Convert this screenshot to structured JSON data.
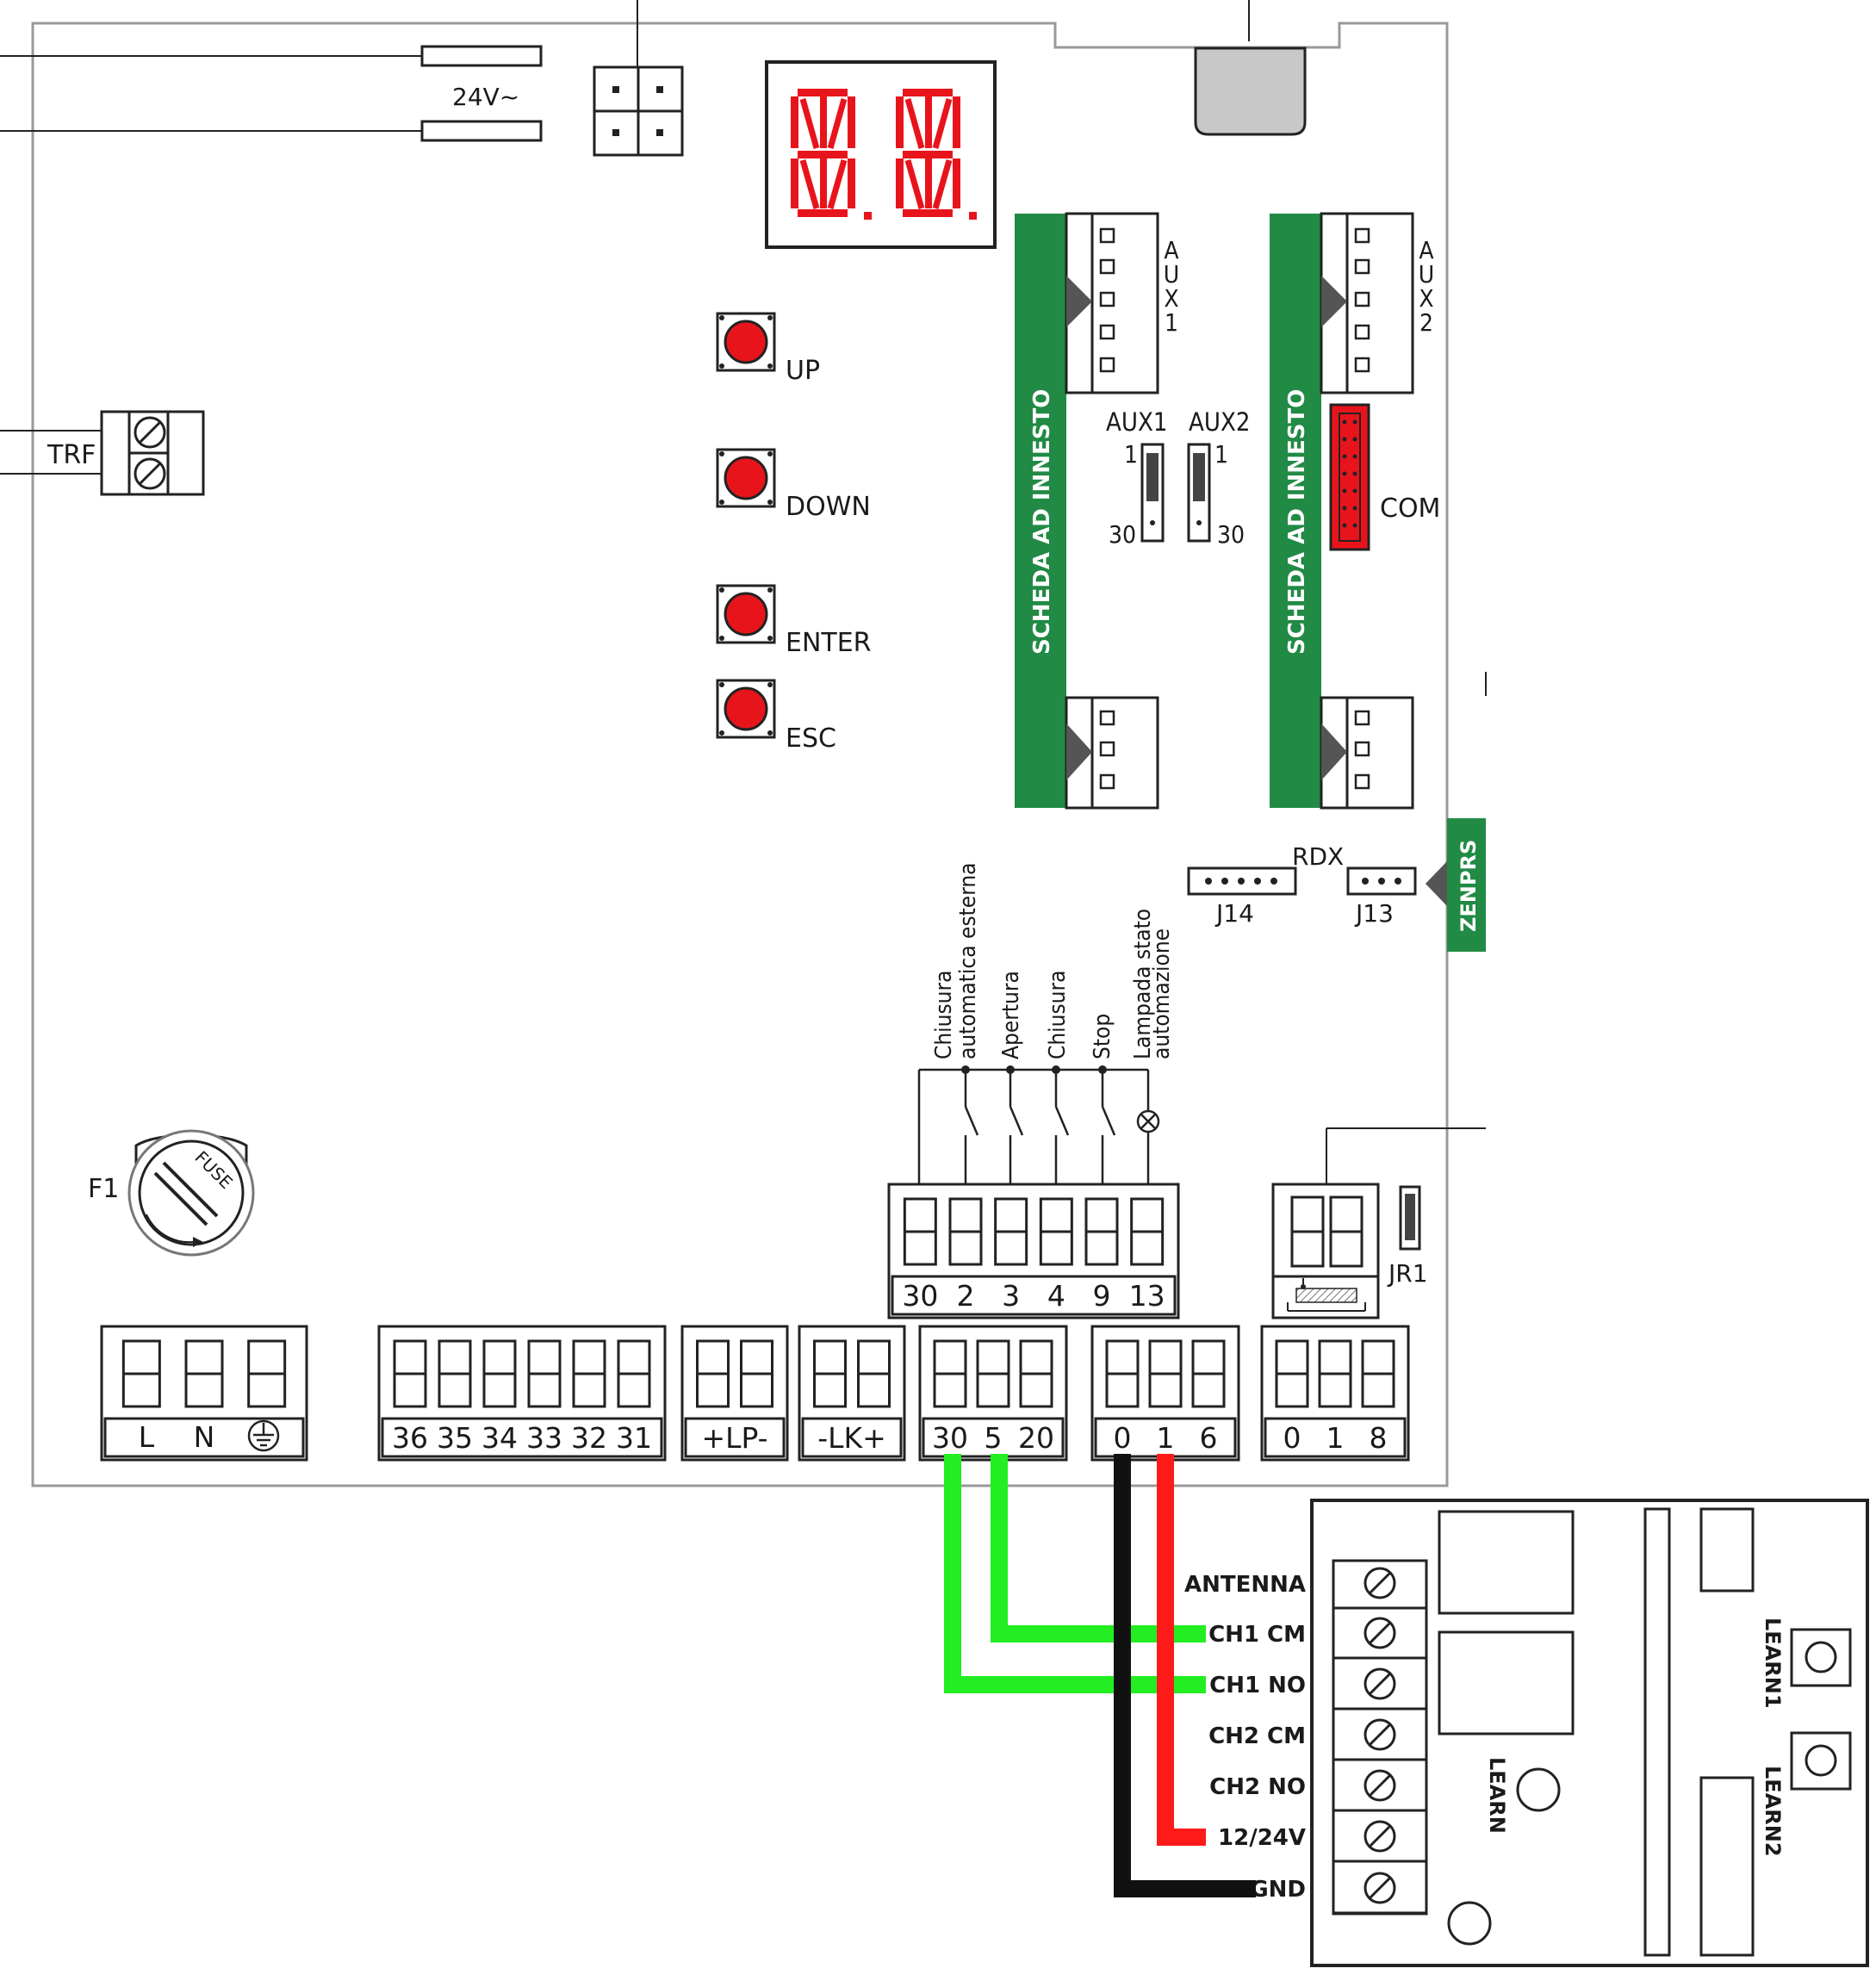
{
  "labels": {
    "supply": "24V~",
    "trf": "TRF",
    "fuse": "F1",
    "fuse_text": "FUSE",
    "up": "UP",
    "down": "DOWN",
    "enter": "ENTER",
    "esc": "ESC",
    "plug_board": "SCHEDA AD INNESTO",
    "aux1": "AUX1",
    "aux2": "AUX2",
    "jumper_1": "1",
    "jumper_30": "30",
    "com": "COM",
    "rdx": "RDX",
    "j14": "J14",
    "j13": "J13",
    "zenprs": "ZENPRS",
    "jr1": "JR1",
    "input_chiusura_auto_1": "Chiusura",
    "input_chiusura_auto_2": "automatica esterna",
    "input_apertura": "Apertura",
    "input_chiusura": "Chiusura",
    "input_stop": "Stop",
    "input_lampada_1": "Lampada stato",
    "input_lampada_2": "automazione"
  },
  "terminals": {
    "top_block": [
      "30",
      "2",
      "3",
      "4",
      "9",
      "13"
    ],
    "power": [
      "L",
      "N"
    ],
    "block_36_31": [
      "36",
      "35",
      "34",
      "33",
      "32",
      "31"
    ],
    "lp": "+LP-",
    "lk": "-LK+",
    "block_30_5_20": [
      "30",
      "5",
      "20"
    ],
    "block_0_1_6": [
      "0",
      "1",
      "6"
    ],
    "block_0_1_8": [
      "0",
      "1",
      "8"
    ]
  },
  "receiver": {
    "terminals": [
      "ANTENNA",
      "CH1 CM",
      "CH1 NO",
      "CH2 CM",
      "CH2 NO",
      "12/24V",
      "GND"
    ],
    "learn": "LEARN",
    "learn1": "LEARN1",
    "learn2": "LEARN2"
  },
  "colors": {
    "green_wire": "#22ee22",
    "black_wire": "#111111",
    "red_wire": "#ff1a1a",
    "board_green": "#218a45",
    "button_red": "#e8141c",
    "display_red": "#e8141c"
  }
}
